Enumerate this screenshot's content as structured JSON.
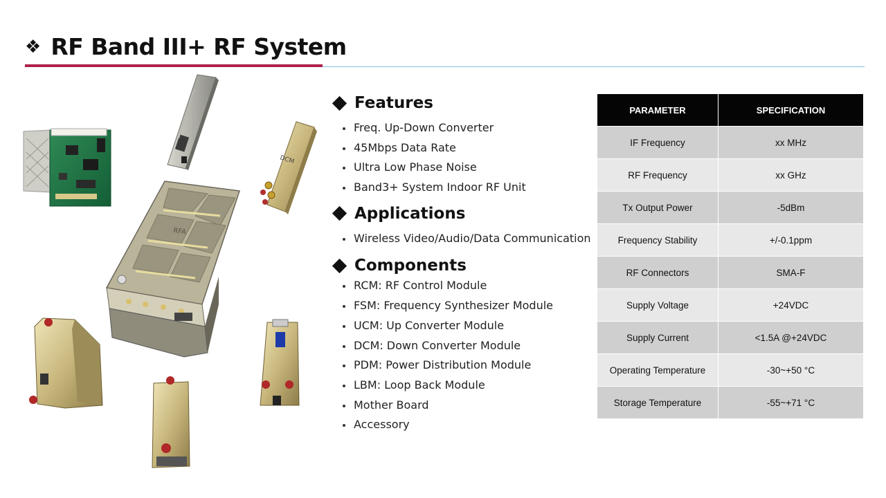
{
  "header": {
    "glyph": "❖",
    "title": "RF Band III+ RF System"
  },
  "features": {
    "heading": "Features",
    "items": [
      "Freq. Up-Down Converter",
      "45Mbps Data  Rate",
      "Ultra Low Phase Noise",
      "Band3+ System Indoor RF Unit"
    ]
  },
  "applications": {
    "heading": "Applications",
    "items": [
      "Wireless Video/Audio/Data Communication"
    ]
  },
  "components": {
    "heading": "Components",
    "items": [
      "RCM: RF Control Module",
      "FSM: Frequency Synthesizer Module",
      "UCM: Up Converter Module",
      "DCM: Down Converter Module",
      "PDM: Power Distribution Module",
      "LBM: Loop Back Module",
      "Mother Board",
      "Accessory"
    ]
  },
  "spec_table": {
    "headers": [
      "PARAMETER",
      "SPECIFICATION"
    ],
    "rows": [
      {
        "param": "IF Frequency",
        "value": "xx MHz"
      },
      {
        "param": "RF Frequency",
        "value": "xx GHz"
      },
      {
        "param": "Tx Output Power",
        "value": "-5dBm"
      },
      {
        "param": "Frequency Stability",
        "value": "+/-0.1ppm"
      },
      {
        "param": "RF Connectors",
        "value": "SMA-F"
      },
      {
        "param": "Supply Voltage",
        "value": "+24VDC"
      },
      {
        "param": "Supply Current",
        "value": "<1.5A  @+24VDC"
      },
      {
        "param": "Operating Temperature",
        "value": "-30~+50 °C"
      },
      {
        "param": "Storage Temperature",
        "value": "-55~+71 °C"
      }
    ]
  },
  "image_labels": {
    "main_unit": "RFA",
    "dcm_module": "DCM"
  },
  "colors": {
    "title_rule": "#b0204c",
    "accent_rule": "#7fc1de",
    "table_header": "#050505"
  }
}
